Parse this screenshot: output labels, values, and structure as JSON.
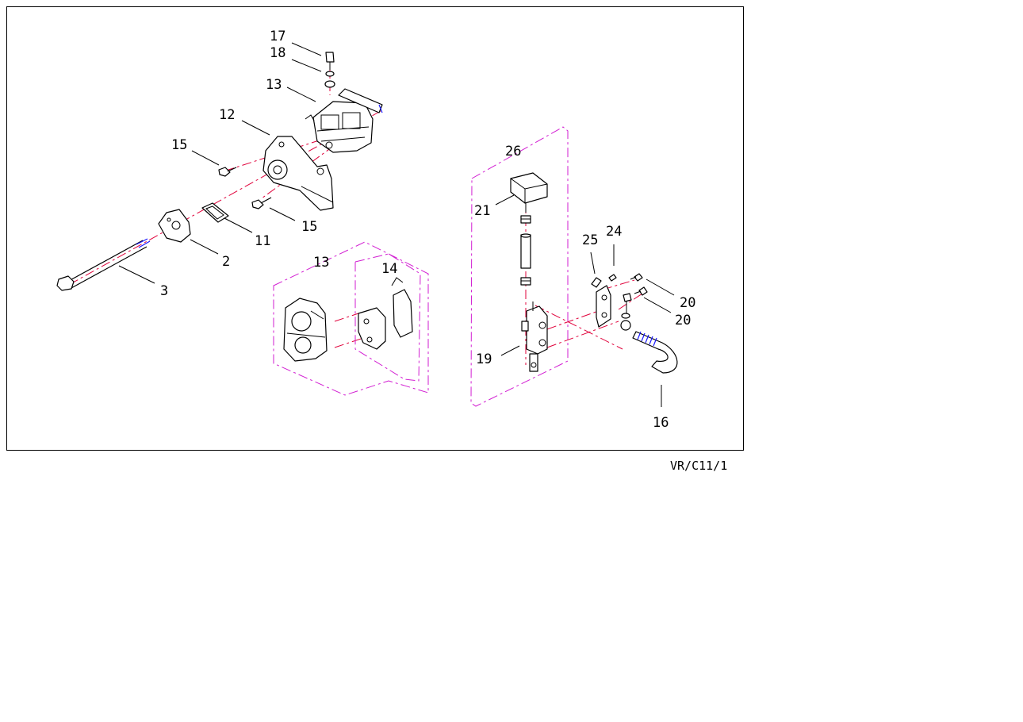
{
  "drawing_code": "VR/C11/1",
  "callouts": {
    "c17": "17",
    "c18": "18",
    "c13_top": "13",
    "c12": "12",
    "c15_left": "15",
    "c15_right": "15",
    "c11": "11",
    "c2": "2",
    "c3": "3",
    "c13_group": "13",
    "c14": "14",
    "c26": "26",
    "c21": "21",
    "c19": "19",
    "c25": "25",
    "c24": "24",
    "c20_upper": "20",
    "c20_lower": "20",
    "c16": "16"
  }
}
